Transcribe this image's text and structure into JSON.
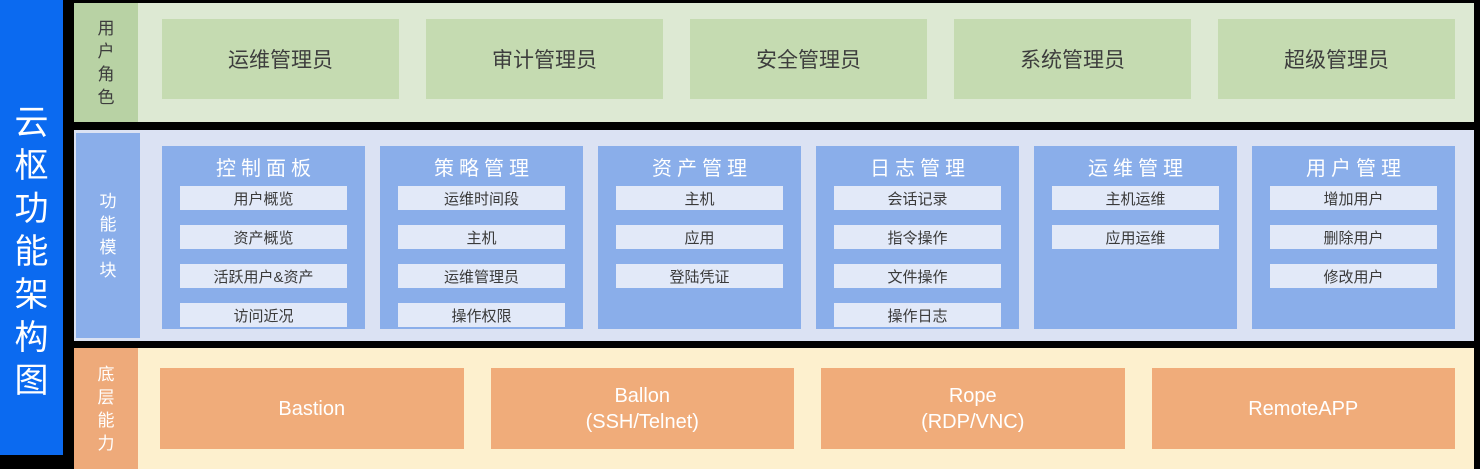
{
  "title": "云枢功能架构图",
  "sections": {
    "roles": {
      "label": "用户角色",
      "items": [
        "运维管理员",
        "审计管理员",
        "安全管理员",
        "系统管理员",
        "超级管理员"
      ]
    },
    "modules": {
      "label": "功能模块",
      "panels": [
        {
          "title": "控制面板",
          "items": [
            "用户概览",
            "资产概览",
            "活跃用户&资产",
            "访问近况"
          ]
        },
        {
          "title": "策略管理",
          "items": [
            "运维时间段",
            "主机",
            "运维管理员",
            "操作权限"
          ]
        },
        {
          "title": "资产管理",
          "items": [
            "主机",
            "应用",
            "登陆凭证"
          ]
        },
        {
          "title": "日志管理",
          "items": [
            "会话记录",
            "指令操作",
            "文件操作",
            "操作日志"
          ]
        },
        {
          "title": "运维管理",
          "items": [
            "主机运维",
            "应用运维"
          ]
        },
        {
          "title": "用户管理",
          "items": [
            "增加用户",
            "删除用户",
            "修改用户"
          ]
        }
      ]
    },
    "capabilities": {
      "label": "底层能力",
      "items": [
        {
          "name": "Bastion",
          "detail": ""
        },
        {
          "name": "Ballon",
          "detail": "(SSH/Telnet)"
        },
        {
          "name": "Rope",
          "detail": "(RDP/VNC)"
        },
        {
          "name": "RemoteAPP",
          "detail": ""
        }
      ]
    }
  },
  "colors": {
    "brand_blue": "#0b6af0",
    "green_bg": "#dde9d3",
    "green_tab": "#b8d2a4",
    "green_box": "#c5dbb1",
    "blue_bg": "#dbe2f3",
    "panel_blue": "#8aaeea",
    "item_bg": "#e2e9f8",
    "cream_bg": "#fdf0ce",
    "orange": "#eeaa7a",
    "orange_box": "#f0ac7a"
  }
}
